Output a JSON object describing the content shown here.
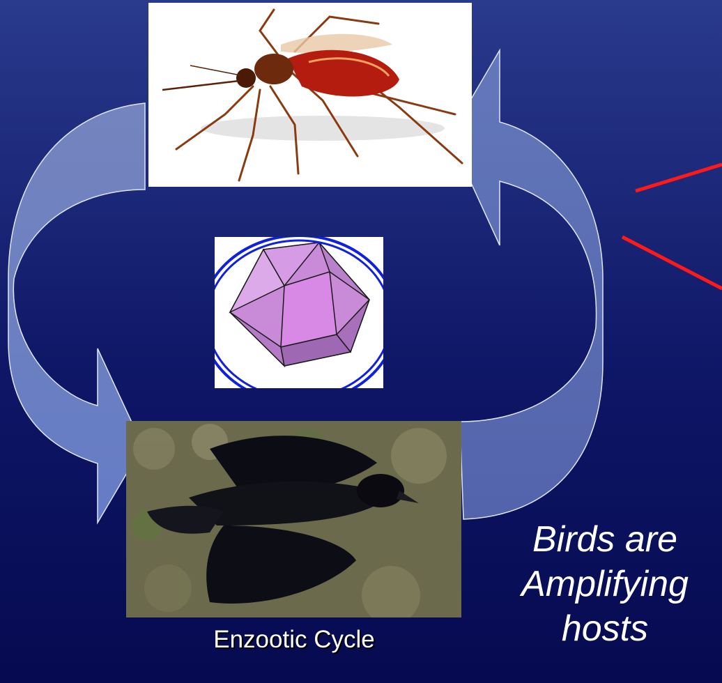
{
  "slide": {
    "background_top": "#2a3a8c",
    "background_bottom": "#060a50",
    "arrow_color": "#6b82c8",
    "pointer_line_color": "#ff1a1a"
  },
  "images": {
    "mosquito": "mosquito-photo",
    "virus": "icosahedral-virus-particle",
    "bird": "dead-crow-photo"
  },
  "caption": "Enzootic Cycle",
  "note": {
    "line1": "Birds are",
    "line2": "Amplifying",
    "line3": "hosts"
  }
}
